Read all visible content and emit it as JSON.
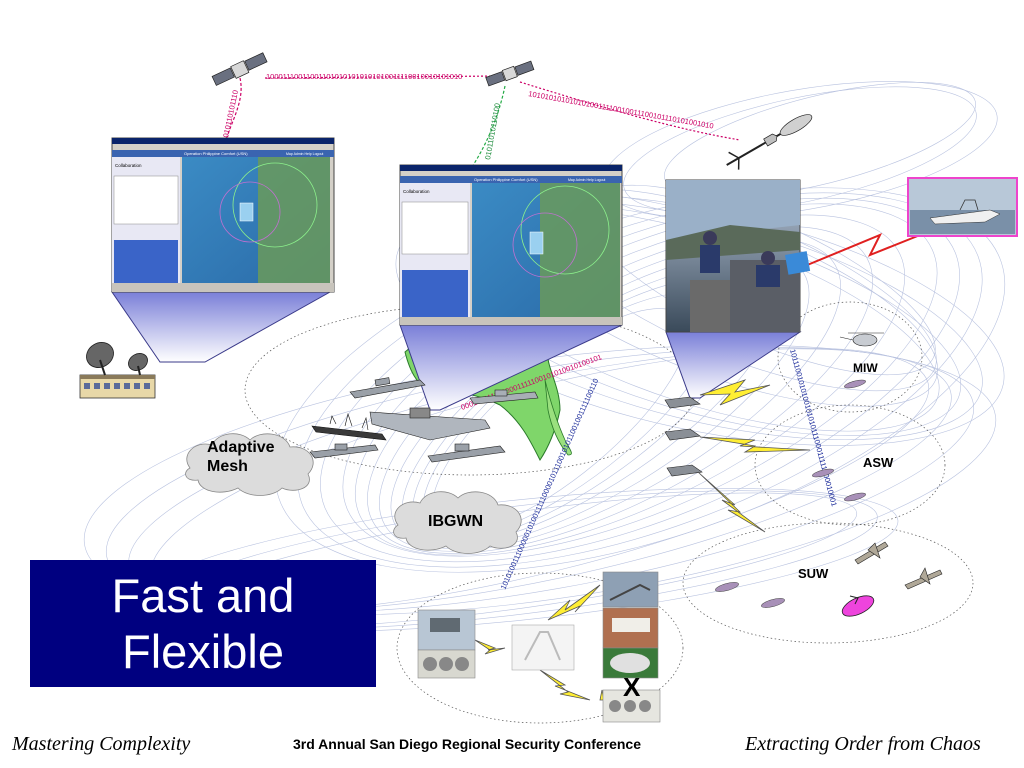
{
  "slide": {
    "title": "Fast and\nFlexible",
    "footer_left": "Mastering Complexity",
    "footer_center": "3rd Annual San Diego Regional Security Conference",
    "footer_right": "Extracting Order from Chaos"
  },
  "labels": {
    "adaptive_mesh": "Adaptive\nMesh",
    "ibgwn": "IBGWN",
    "miw": "MIW",
    "asw": "ASW",
    "suw": "SUW",
    "x_mark": "X"
  },
  "binary_streams": {
    "top": "100011100110011010101010101010011110010010101010",
    "right": "1010101010101010011110010011100101110101001010",
    "left_sat": "010110101110",
    "center_sat": "01011010110100",
    "diag_main": "101010011100000101001111100001011100101011001001111100110",
    "diag_lower": "0001011111100001111100101010010100101",
    "diag_right": "1011100101010010101011100011111000010001"
  },
  "windows": {
    "left": {
      "app_title": "Operation Philippine Comfort (USN)",
      "panel_title": "Collaboration",
      "menu_links": "Map  Admin  Help  Logout"
    },
    "center": {
      "app_title": "Operation Philippine Comfort (USN)",
      "panel_title": "Collaboration",
      "menu_links": "Map  Admin  Help  Logout"
    }
  },
  "icons": [
    "satellite-icon",
    "satellite-dish-building-icon",
    "uav-icon",
    "ship-icon",
    "speedboat-photo",
    "control-room-photo",
    "helicopter-icon",
    "submarine-icon",
    "lightning-icon",
    "cloud-icon"
  ]
}
